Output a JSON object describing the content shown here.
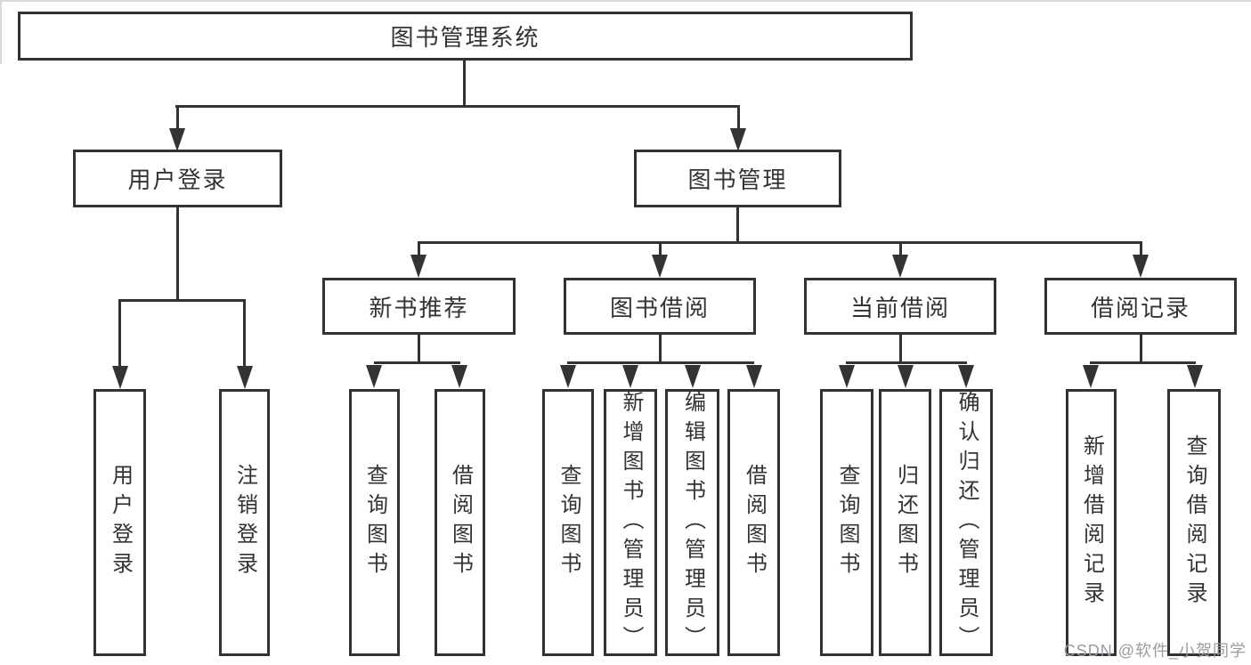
{
  "colors": {
    "line": "#333333",
    "box_fill": "#ffffff",
    "text": "#333333",
    "background": "#ffffff",
    "watermark": "#9b9ca2"
  },
  "tree": {
    "root": "图书管理系统",
    "nodes": [
      {
        "label": "用户登录",
        "children": [
          "用户登录",
          "注销登录"
        ]
      },
      {
        "label": "图书管理",
        "groups": [
          {
            "label": "新书推荐",
            "children": [
              "查询图书",
              "借阅图书"
            ]
          },
          {
            "label": "图书借阅",
            "children": [
              "查询图书",
              "新增图书（管理员）",
              "编辑图书（管理员）",
              "借阅图书"
            ]
          },
          {
            "label": "当前借阅",
            "children": [
              "查询图书",
              "归还图书",
              "确认归还（管理员）"
            ]
          },
          {
            "label": "借阅记录",
            "children": [
              "新增借阅记录",
              "查询借阅记录"
            ]
          }
        ]
      }
    ]
  },
  "watermark": {
    "text": "CSDN @软件_小贺同学"
  }
}
